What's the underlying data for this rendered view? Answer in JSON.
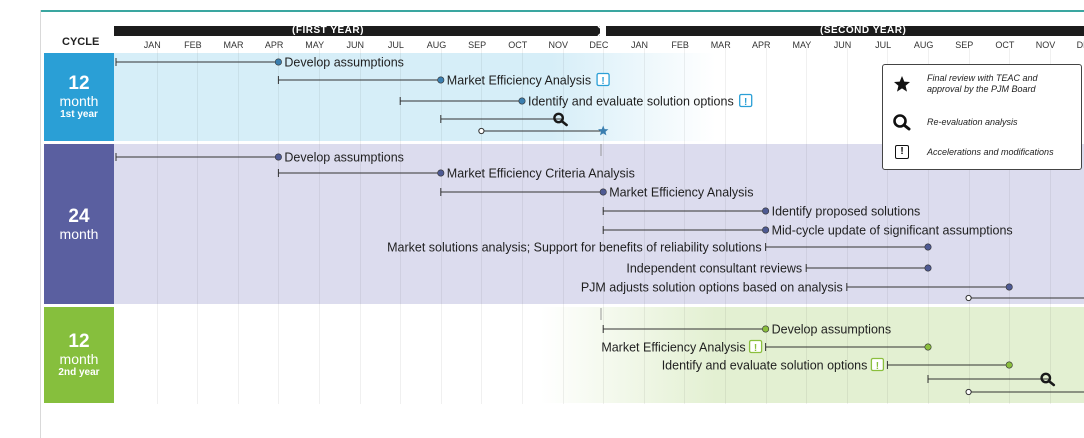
{
  "header": {
    "cycle_label": "CYCLE",
    "first_year": "(FIRST YEAR)",
    "second_year": "(SECOND YEAR)",
    "months": [
      "JAN",
      "FEB",
      "MAR",
      "APR",
      "MAY",
      "JUN",
      "JUL",
      "AUG",
      "SEP",
      "OCT",
      "NOV",
      "DEC",
      "JAN",
      "FEB",
      "MAR",
      "APR",
      "MAY",
      "JUN",
      "JUL",
      "AUG",
      "SEP",
      "OCT",
      "NOV",
      "DEC"
    ]
  },
  "cycles": [
    {
      "number": "12",
      "unit": "month",
      "year": "1st year",
      "color": "#2a9fd6",
      "band_color": "#d6eef8"
    },
    {
      "number": "24",
      "unit": "month",
      "year": "",
      "color": "#5a5fa0",
      "band_color": "#dcdcee"
    },
    {
      "number": "12",
      "unit": "month",
      "year": "2nd year",
      "color": "#86bf3d",
      "band_color": "#e3f0d2"
    }
  ],
  "colors": {
    "blue_dot": "#3b7fb0",
    "purple_dot": "#4e5a93",
    "green_dot": "#8bbf3e",
    "line": "#333333",
    "excl_blue": "#2a9fd6",
    "excl_green": "#8bbf3e"
  },
  "tasks": {
    "c1": [
      {
        "label": "Develop assumptions",
        "start": 0,
        "end": 4,
        "marker": "dot"
      },
      {
        "label": "Market Efficiency Analysis",
        "start": 4,
        "end": 8,
        "marker": "dot",
        "excl": true
      },
      {
        "label": "Identify and evaluate solution options",
        "start": 7,
        "end": 10,
        "marker": "dot",
        "excl": true
      },
      {
        "label": "",
        "start": 8,
        "end": 11,
        "marker": "magnifier"
      },
      {
        "label": "",
        "start": 9,
        "end": 12,
        "marker": "star",
        "open_start": true
      }
    ],
    "c2": [
      {
        "label": "Develop assumptions",
        "start": 0,
        "end": 4,
        "marker": "dot"
      },
      {
        "label": "Market Efficiency Criteria Analysis",
        "start": 4,
        "end": 8,
        "marker": "dot"
      },
      {
        "label": "Market Efficiency Analysis",
        "start": 8,
        "end": 12,
        "marker": "dot"
      },
      {
        "label": "Identify proposed solutions",
        "start": 12,
        "end": 16,
        "marker": "dot"
      },
      {
        "label": "Mid-cycle update of significant assumptions",
        "start": 12,
        "end": 16,
        "marker": "dot"
      },
      {
        "label": "Market solutions analysis; Support for benefits of reliability solutions",
        "start": 16,
        "end": 20,
        "marker": "dot",
        "label_left": true
      },
      {
        "label": "Independent consultant reviews",
        "start": 17,
        "end": 20,
        "marker": "dot",
        "label_left": true
      },
      {
        "label": "PJM adjusts solution options based on analysis",
        "start": 18,
        "end": 22,
        "marker": "dot",
        "label_left": true
      },
      {
        "label": "",
        "start": 21,
        "end": 24,
        "marker": "dot",
        "open_start": true
      }
    ],
    "c3": [
      {
        "label": "Develop assumptions",
        "start": 12,
        "end": 16,
        "marker": "dot"
      },
      {
        "label": "Market Efficiency Analysis",
        "start": 16,
        "end": 20,
        "marker": "dot",
        "label_left": true,
        "excl": true
      },
      {
        "label": "Identify and evaluate solution options",
        "start": 19,
        "end": 22,
        "marker": "dot",
        "label_left": true,
        "excl": true
      },
      {
        "label": "",
        "start": 20,
        "end": 23,
        "marker": "magnifier"
      },
      {
        "label": "",
        "start": 21,
        "end": 24,
        "marker": "dot",
        "open_start": true
      }
    ]
  },
  "legend": {
    "star": "Final review with TEAC and approval by the PJM Board",
    "magnifier": "Re-evaluation analysis",
    "excl": "Accelerations and modifications"
  }
}
